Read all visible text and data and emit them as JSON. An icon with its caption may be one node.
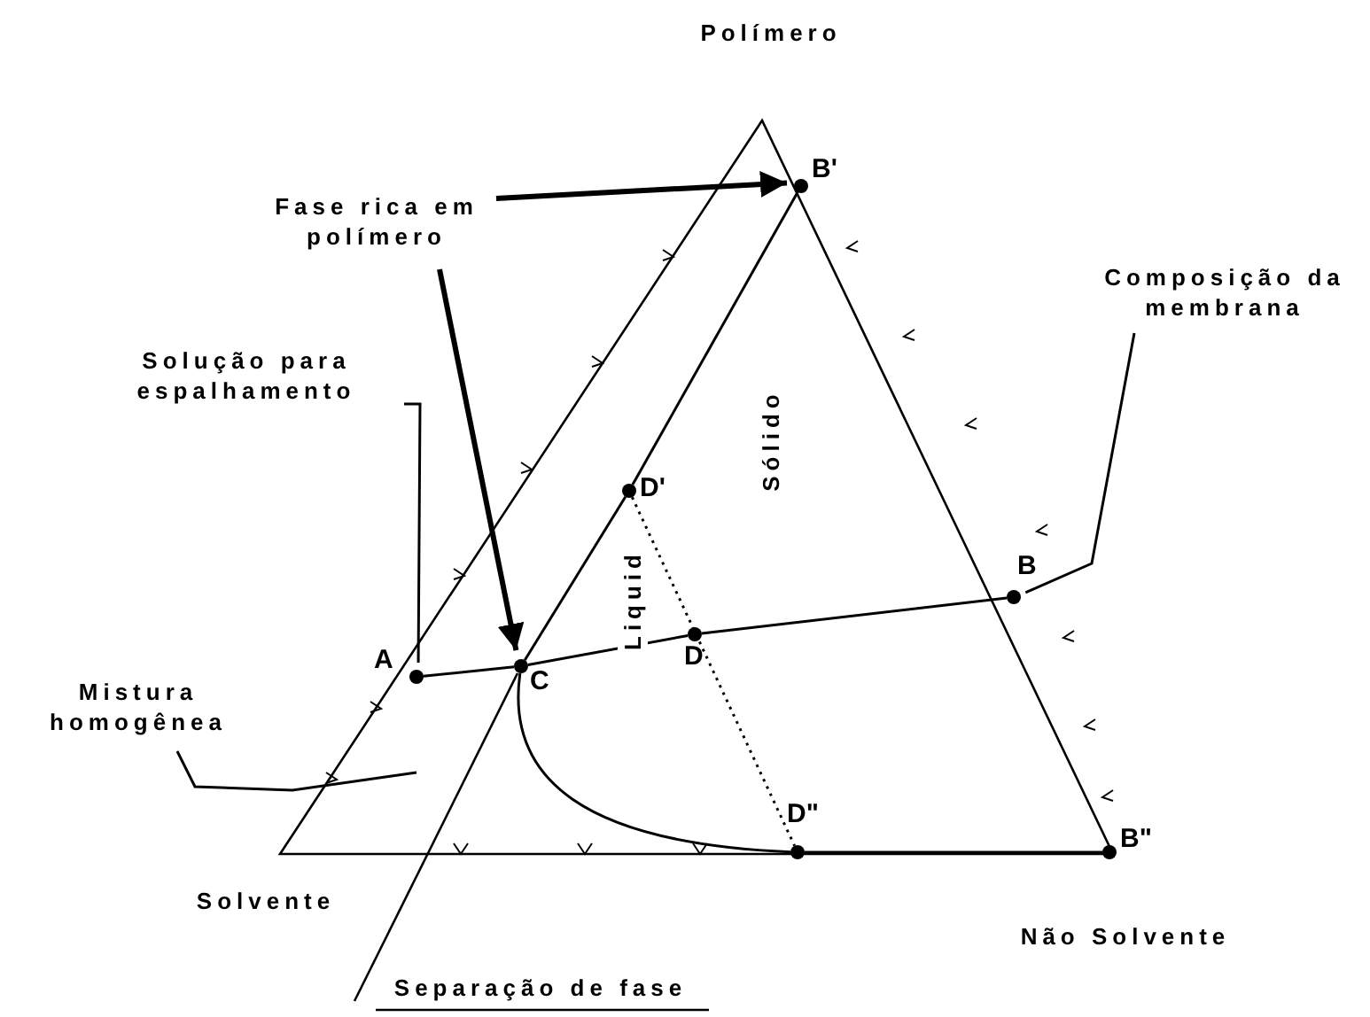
{
  "diagram": {
    "nodes": [
      {
        "text": [
          "Fase rica em polímero"
        ]
      },
      {
        "text": [],
        "shape": "circle",
        "beside": [
          "B'"
        ]
      },
      {
        "text": [],
        "shape": "circle",
        "beside": [
          "D'"
        ]
      },
      {
        "text": [
          "Composição da membrana"
        ]
      },
      {
        "text": [],
        "shape": "circle",
        "beside": [
          "B"
        ]
      },
      {
        "text": [
          "Solução para espalhamento"
        ]
      },
      {
        "text": [],
        "shape": "circle",
        "beside": [
          "A"
        ]
      },
      {
        "text": [],
        "shape": "circle",
        "beside": [
          "C"
        ]
      },
      {
        "text": [],
        "shape": "circle",
        "beside": [
          "D"
        ]
      },
      {
        "text": [
          "Mistura homogênea"
        ]
      },
      {
        "text": [],
        "shape": "circle",
        "beside": [
          "D\""
        ]
      },
      {
        "text": [],
        "shape": "circle",
        "beside": [
          "B\""
        ]
      }
    ],
    "edges": [
      {
        "from": 0,
        "to": 1,
        "arrow": "to",
        "style": "thick"
      },
      {
        "from": 0,
        "to": 7,
        "arrow": "to",
        "style": "thick"
      },
      {
        "from": 3,
        "to": 4,
        "arrow": "none"
      },
      {
        "from": 5,
        "to": 6,
        "arrow": "none"
      },
      {
        "from": 9,
        "to": null,
        "arrow": "none"
      },
      {
        "from": 6,
        "to": 7,
        "arrow": "none"
      },
      {
        "from": 7,
        "to": 8,
        "arrow": "none"
      },
      {
        "from": 8,
        "to": 4,
        "arrow": "none"
      },
      {
        "from": 7,
        "to": 2,
        "arrow": "none"
      },
      {
        "from": 2,
        "to": 1,
        "arrow": "none"
      },
      {
        "from": 2,
        "to": 10,
        "arrow": "none",
        "style": "dashed"
      },
      {
        "from": 7,
        "to": 10,
        "arrow": "none"
      },
      {
        "from": 10,
        "to": 11,
        "arrow": "none"
      }
    ],
    "labels": [
      "Polímero",
      "Sólido",
      "Liquid",
      "Solvente",
      "Não Solvente",
      "Separação de fase"
    ]
  }
}
